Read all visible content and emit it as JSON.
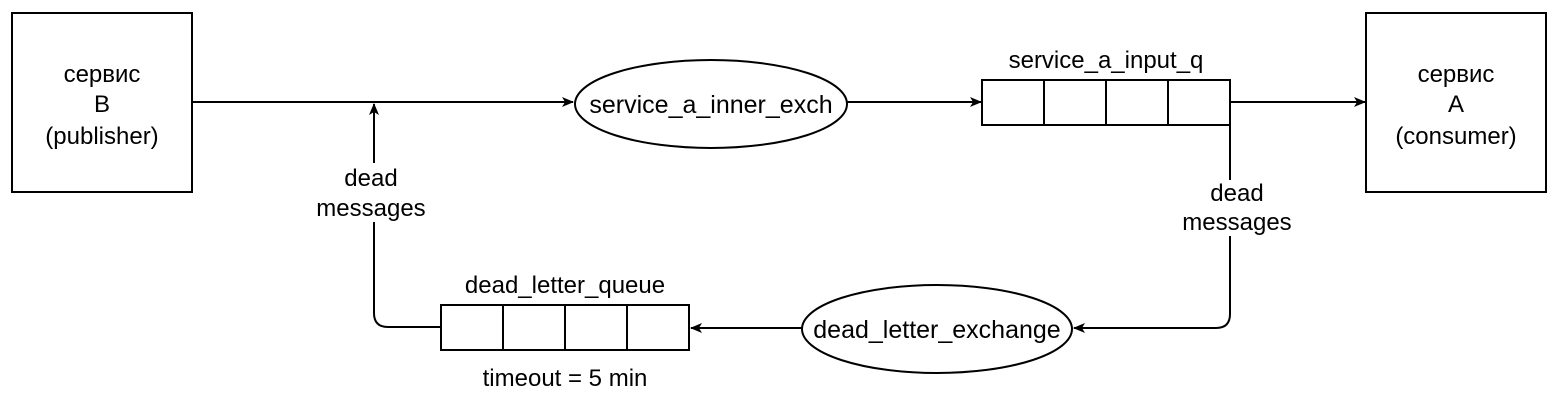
{
  "service_b": {
    "line1": "сервис",
    "line2": "B",
    "line3": "(publisher)"
  },
  "service_a": {
    "line1": "сервис",
    "line2": "A",
    "line3": "(consumer)"
  },
  "inner_exchange": {
    "label": "service_a_inner_exch"
  },
  "input_queue": {
    "label": "service_a_input_q"
  },
  "dead_letter_exchange": {
    "label": "dead_letter_exchange"
  },
  "dead_letter_queue": {
    "label": "dead_letter_queue",
    "note": "timeout = 5 min"
  },
  "edge_labels": {
    "dead_from_queue": {
      "line1": "dead",
      "line2": "messages"
    },
    "dead_to_publisher": {
      "line1": "dead",
      "line2": "messages"
    }
  }
}
